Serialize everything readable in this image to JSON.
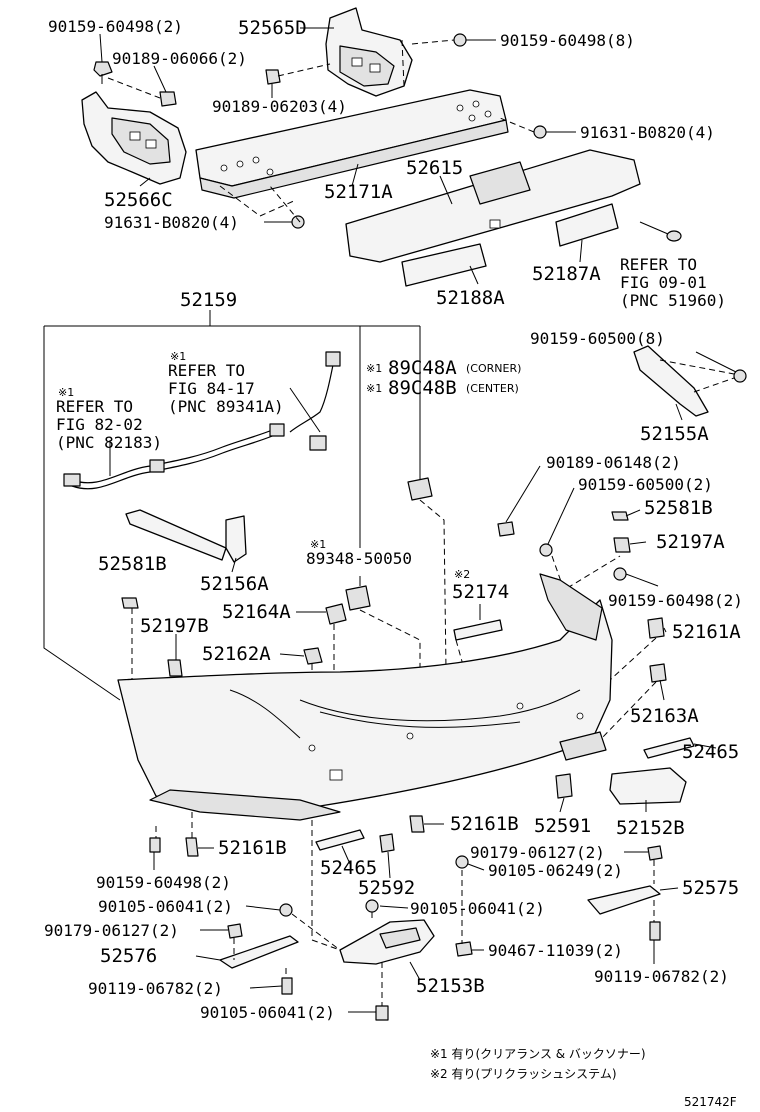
{
  "labels": {
    "l1": "90159-60498(2)",
    "l2": "90189-06066(2)",
    "l3": "52565D",
    "l4": "90159-60498(8)",
    "l5": "90189-06203(4)",
    "l6": "91631-B0820(4)",
    "l7": "52566C",
    "l8": "52171A",
    "l9": "52615",
    "l10": "91631-B0820(4)",
    "l11": "52187A",
    "l12": "52188A",
    "l13": "52159",
    "l14": "90159-60500(8)",
    "l15": "52155A",
    "l16": "89C48A",
    "l17": "89C48B",
    "l18": "90189-06148(2)",
    "l19": "90159-60500(2)",
    "l20": "52581B",
    "l21": "52197A",
    "l22": "52581B",
    "l23": "52156A",
    "l24": "89348-50050",
    "l25": "52174",
    "l26": "90159-60498(2)",
    "l27": "52164A",
    "l28": "52197B",
    "l29": "52161A",
    "l30": "52162A",
    "l31": "52163A",
    "l32": "52465",
    "l33": "52161B",
    "l34": "52591",
    "l35": "52152B",
    "l36": "52161B",
    "l37": "90179-06127(2)",
    "l38": "52465",
    "l39": "90105-06249(2)",
    "l40": "52575",
    "l41": "90159-60498(2)",
    "l42": "52592",
    "l43": "90105-06041(2)",
    "l44": "90105-06041(2)",
    "l45": "90179-06127(2)",
    "l46": "90467-11039(2)",
    "l47": "52576",
    "l48": "90119-06782(2)",
    "l49": "90119-06782(2)",
    "l50": "52153B",
    "l51": "90105-06041(2)"
  },
  "refs": {
    "r1_mark": "※1",
    "r1_l1": "REFER TO",
    "r1_l2": "FIG 84-17",
    "r1_l3": "(PNC 89341A)",
    "r2_mark": "※1",
    "r2_l1": "REFER TO",
    "r2_l2": "FIG 82-02",
    "r2_l3": "(PNC 82183)",
    "r3_l1": "REFER TO",
    "r3_l2": "FIG 09-01",
    "r3_l3": "(PNC 51960)"
  },
  "marks": {
    "m_corner": "※1",
    "m_center": "※1",
    "m_89348": "※1",
    "m_52174": "※2",
    "corner": "(CORNER)",
    "center": "(CENTER)"
  },
  "footnotes": {
    "n1": "※1 有り(クリアランス & バックソナー)",
    "n2": "※2 有り(プリクラッシュシステム)"
  },
  "figure_id": "521742F"
}
